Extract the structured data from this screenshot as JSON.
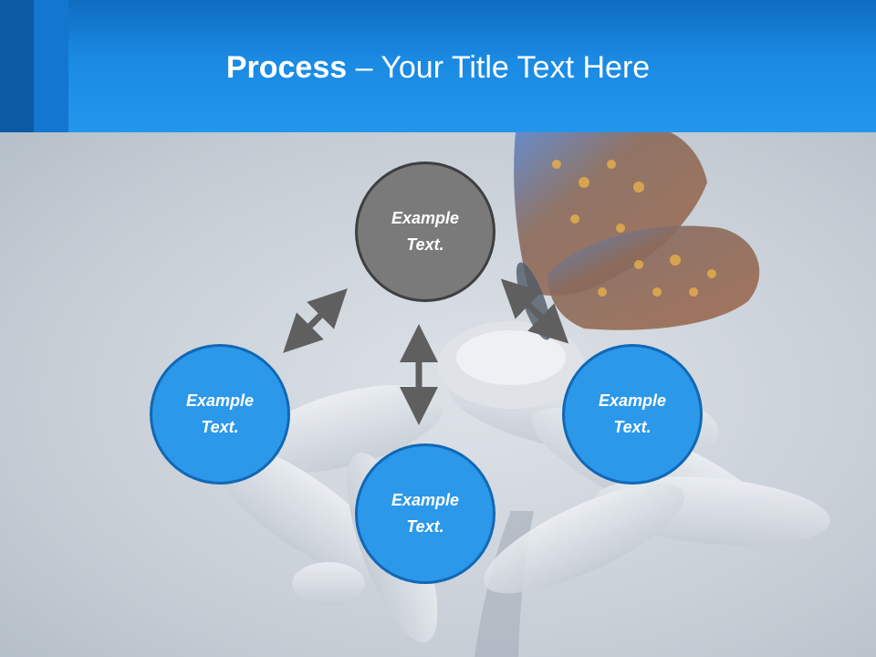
{
  "slide": {
    "title_bold": "Process",
    "title_rest": " – Your Title Text Here"
  },
  "diagram": {
    "center": {
      "line1": "Example",
      "line2": "Text."
    },
    "left": {
      "line1": "Example",
      "line2": "Text."
    },
    "bottom": {
      "line1": "Example",
      "line2": "Text."
    },
    "right": {
      "line1": "Example",
      "line2": "Text."
    }
  },
  "colors": {
    "header": "#1a8ae3",
    "node_blue": "#2b98ea",
    "node_blue_border": "#1168b4",
    "node_gray": "#7a7a7a",
    "arrow": "#5f5f5f"
  }
}
